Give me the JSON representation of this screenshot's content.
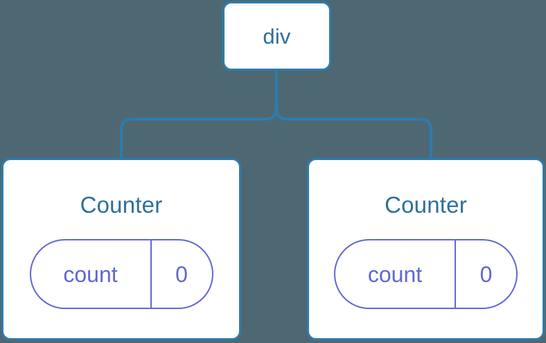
{
  "diagram": {
    "type": "component-tree",
    "background_color": "#4d6873",
    "node_border_color": "#2d7cad",
    "node_fill_color": "#ffffff",
    "node_label_color": "#2d6f99",
    "state_pill_color": "#6166d6",
    "edge_color": "#2d7cad"
  },
  "root": {
    "label": "div"
  },
  "children": [
    {
      "label": "Counter",
      "state": {
        "key": "count",
        "value": "0"
      }
    },
    {
      "label": "Counter",
      "state": {
        "key": "count",
        "value": "0"
      }
    }
  ]
}
